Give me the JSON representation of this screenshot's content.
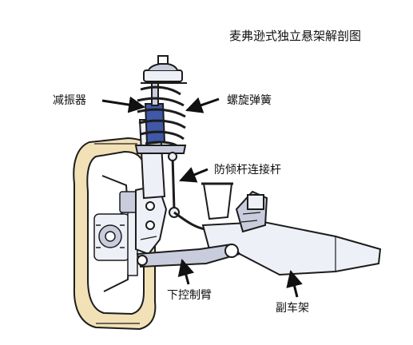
{
  "diagram": {
    "title": "麦弗逊式独立悬架解剖图",
    "labels": {
      "shock_absorber": "减振器",
      "coil_spring": "螺旋弹簧",
      "stabilizer_link": "防倾杆连接杆",
      "lower_control_arm": "下控制臂",
      "subframe": "副车架"
    }
  },
  "colors": {
    "outline": "#1c1c1c",
    "tire": "#f2e1b6",
    "metal_light": "#eef0f7",
    "metal_mid": "#c9ccdc",
    "strut_blue": "#3f58a8"
  }
}
